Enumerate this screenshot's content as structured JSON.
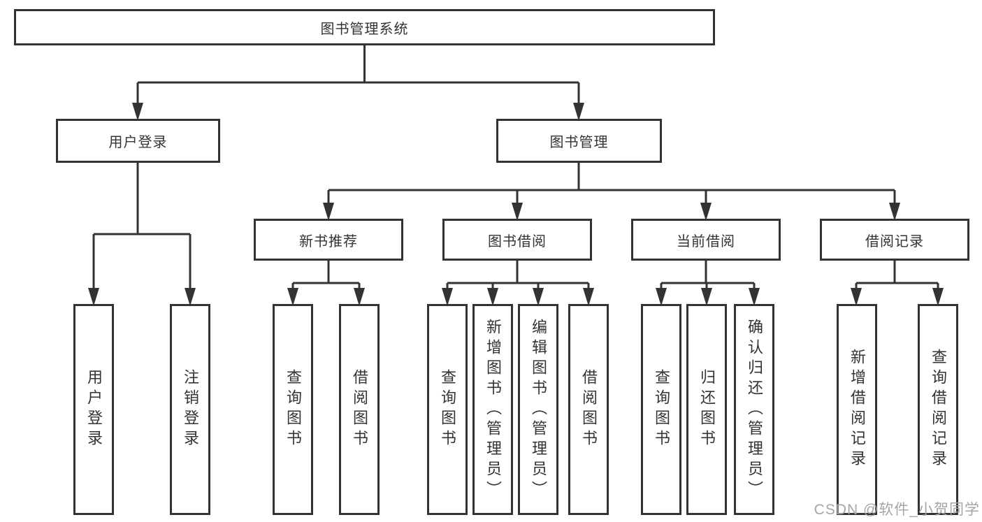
{
  "diagram": {
    "title_note": "functional structure tree",
    "root": {
      "label": "图书管理系统"
    },
    "branches": [
      {
        "label": "用户登录",
        "children": [
          {
            "label": "用户登录"
          },
          {
            "label": "注销登录"
          }
        ]
      },
      {
        "label": "图书管理",
        "children": [
          {
            "label": "新书推荐",
            "children": [
              {
                "label": "查询图书"
              },
              {
                "label": "借阅图书"
              }
            ]
          },
          {
            "label": "图书借阅",
            "children": [
              {
                "label": "查询图书"
              },
              {
                "label": "新增图书（管理员）"
              },
              {
                "label": "编辑图书（管理员）"
              },
              {
                "label": "借阅图书"
              }
            ]
          },
          {
            "label": "当前借阅",
            "children": [
              {
                "label": "查询图书"
              },
              {
                "label": "归还图书"
              },
              {
                "label": "确认归还（管理员）"
              }
            ]
          },
          {
            "label": "借阅记录",
            "children": [
              {
                "label": "新增借阅记录"
              },
              {
                "label": "查询借阅记录"
              }
            ]
          }
        ]
      }
    ],
    "watermark": "CSDN @软件_小贺同学",
    "colors": {
      "line": "#333333",
      "text": "#333333",
      "box_background": "#ffffff",
      "watermark": "#a6a6a6",
      "background": "#ffffff"
    }
  }
}
